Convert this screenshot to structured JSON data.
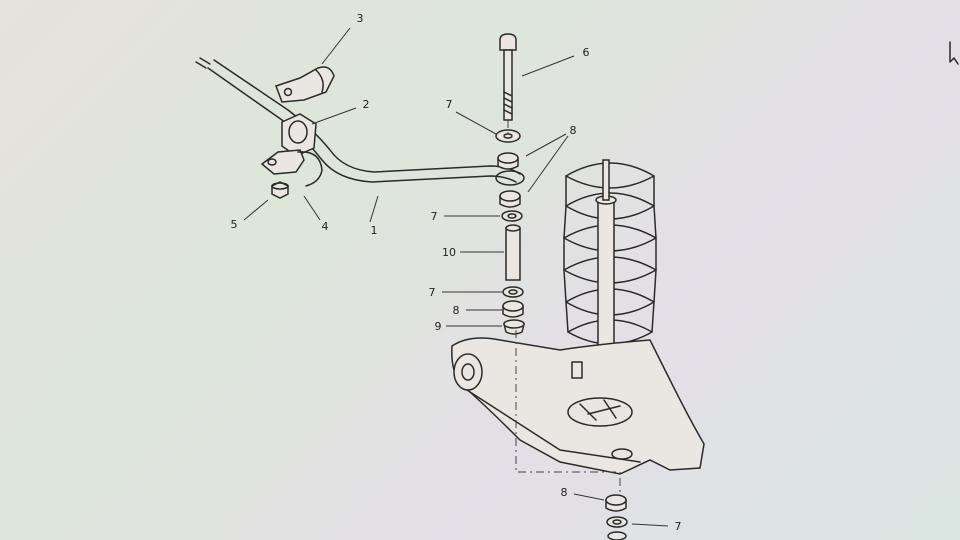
{
  "diagram": {
    "callouts": {
      "c1": "1",
      "c2": "2",
      "c3": "3",
      "c4": "4",
      "c5": "5",
      "c6": "6",
      "c7a": "7",
      "c7b": "7",
      "c7c": "7",
      "c7d": "7",
      "c8a": "8",
      "c8b": "8",
      "c8c": "8",
      "c9": "9",
      "c10": "10"
    }
  }
}
